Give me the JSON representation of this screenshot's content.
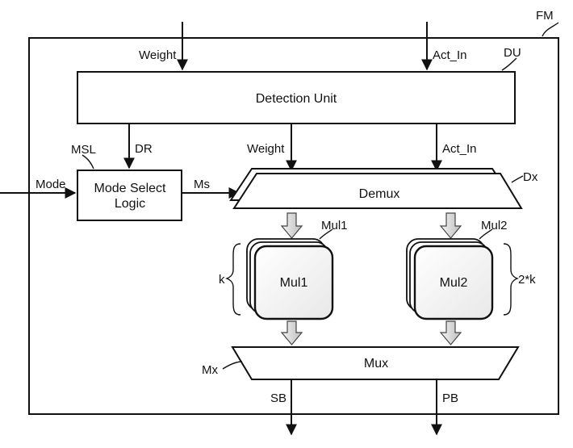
{
  "figure": {
    "frame_label": "FM",
    "detection_unit": {
      "ref": "DU",
      "title": "Detection Unit"
    },
    "mode_select": {
      "ref": "MSL",
      "line1": "Mode Select",
      "line2": "Logic"
    },
    "demux": {
      "ref": "Dx",
      "title": "Demux"
    },
    "multiplier_1": {
      "ref": "Mul1",
      "title": "Mul1",
      "count": "k"
    },
    "multiplier_2": {
      "ref": "Mul2",
      "title": "Mul2",
      "count": "2*k"
    },
    "mux": {
      "ref": "Mx",
      "title": "Mux"
    },
    "signals": {
      "weight_in": "Weight",
      "act_in": "Act_In",
      "weight_mid": "Weight",
      "act_mid": "Act_In",
      "dr": "DR",
      "mode": "Mode",
      "ms": "Ms",
      "sb": "SB",
      "pb": "PB"
    }
  }
}
